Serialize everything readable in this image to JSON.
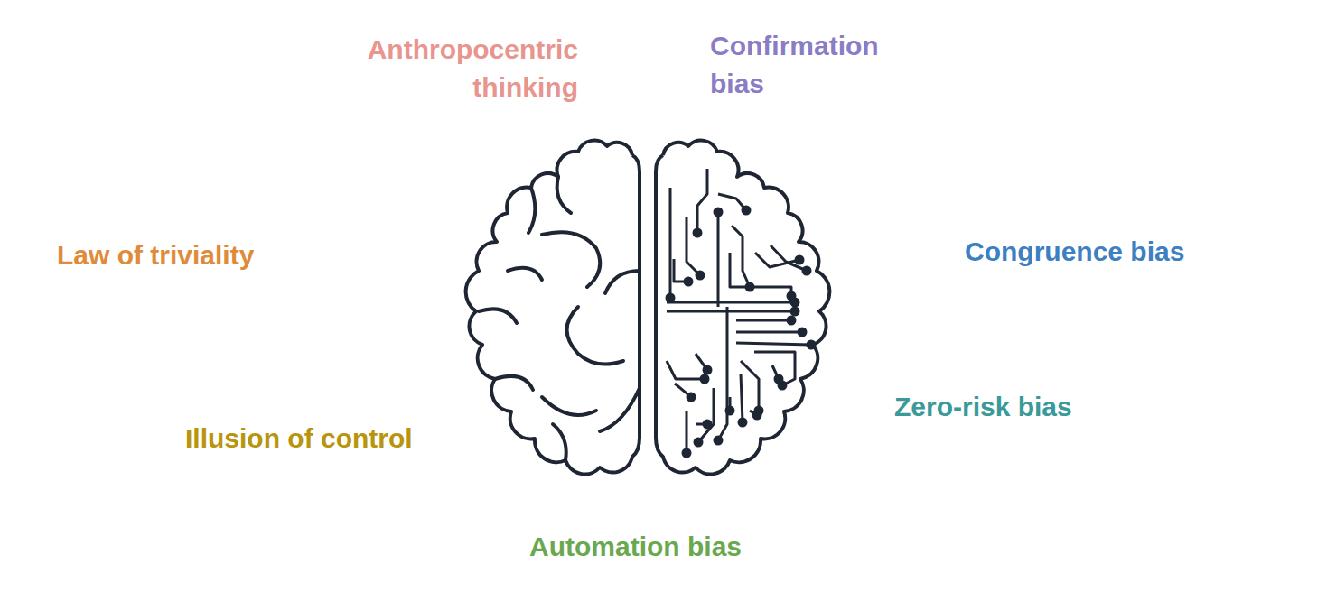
{
  "diagram": {
    "labels": [
      "Anthropocentric thinking",
      "Confirmation bias",
      "Law of triviality",
      "Congruence bias",
      "Zero-risk bias",
      "Illusion of control",
      "Automation bias"
    ]
  }
}
